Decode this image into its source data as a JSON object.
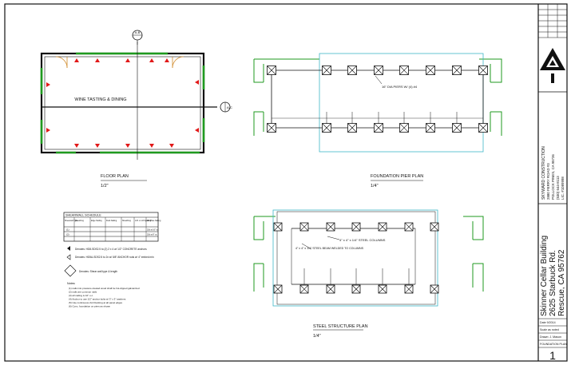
{
  "drawings": {
    "floor_plan": {
      "title": "FLOOR PLAN",
      "scale": "1/2\"",
      "room_label": "WINE TASTING & DINING",
      "section_marker_top": "A-B",
      "section_marker_right": "A-C"
    },
    "foundation_plan": {
      "title": "FOUNDATION PIER PLAN",
      "scale": "1/4\"",
      "callout": "16\" DIA PIERS W/ (4) #4"
    },
    "steel_plan": {
      "title": "STEEL STRUCTURE PLAN",
      "scale": "1/4\"",
      "callout_a": "4\" x 4\" x 1/4\" STEEL COLUMNS",
      "callout_b": "4\" x 4\" x 1/4\" STEEL BEAM WELDED TO COLUMNS"
    },
    "shearwall_schedule": {
      "title": "SHEARWALL SCHEDULE",
      "headers": [
        "Shearwall Type",
        "Sheathing",
        "Edge Nailing",
        "Field Nailing",
        "Sheathing",
        "A.B. or sill Spacing",
        "Sill Plate Nailing"
      ],
      "rows": [
        [
          "(1)",
          "",
          "",
          "",
          "",
          "",
          "32d at 16\" oc"
        ],
        [
          "(2)",
          "",
          "",
          "",
          "",
          "",
          "32d at 8\" oc"
        ]
      ]
    },
    "legend": {
      "items": [
        "Denotes: HD8-SDS2.5 to (2) 2 x 4 w/ 1/2\" CONCRETE anchors",
        "Denotes: HD5A-SDS2.5 to 2x w/ 5/8\" ANCHOR rods w/ 4\" embed min",
        "Denotes: Shear wall type & length"
      ],
      "notes_title": "Notes:",
      "notes": [
        "(1) nails into pressure-treated wood shall be hot-dipped galvanized",
        "(2) nails are common nails",
        "(3) all nailing is 10\" o.c.",
        "(4) Anchor to use 1/2\" anchor bolts w/ 3\" x 3\" washers",
        "(5) Use continuous 2x4 blocking at all panel edges",
        "(6) Conc. foundation on piers as shown"
      ]
    }
  },
  "title_block": {
    "company_lines": [
      "SKYWARD CONSTRUCTION",
      "2880 FERRY ROAD #3",
      "POLLOCK PINES, CA 95726",
      "(530) 644-8113",
      "LIC. #1089998"
    ],
    "project_lines": [
      "Skinner Cellar Building",
      "2625 Starbuck Rd.",
      "Rescue, CA 95762"
    ],
    "date": "Date 9/2014",
    "scale_label": "Scale as noted",
    "drawn_by": "Drawn: J. Mason",
    "sheet_label": "FOUNDATION PLAN",
    "sheet_number": "1"
  },
  "colors": {
    "line": "#111111",
    "green": "#1f9a1f",
    "red": "#e11919",
    "cyan": "#3fb8c8"
  }
}
